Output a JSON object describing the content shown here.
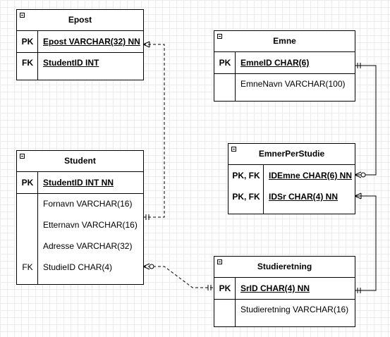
{
  "diagram": {
    "entities": [
      {
        "id": "epost",
        "title": "Epost",
        "pk_rows": [
          {
            "key": "PK",
            "attr": "Epost VARCHAR(32) NN"
          }
        ],
        "fk_rows": [
          {
            "key": "FK",
            "attr": "StudentID INT"
          }
        ],
        "rows": []
      },
      {
        "id": "emne",
        "title": "Emne",
        "pk_rows": [
          {
            "key": "PK",
            "attr": "EmneID CHAR(6)"
          }
        ],
        "fk_rows": [],
        "rows": [
          {
            "key": "",
            "attr": "EmneNavn VARCHAR(100)"
          }
        ]
      },
      {
        "id": "ems",
        "title": "EmnerPerStudie",
        "pk_rows": [
          {
            "key": "PK, FK",
            "attr": "IDEmne CHAR(6) NN"
          },
          {
            "key": "PK, FK",
            "attr": "IDSr CHAR(4) NN"
          }
        ],
        "fk_rows": [],
        "rows": []
      },
      {
        "id": "student",
        "title": "Student",
        "pk_rows": [
          {
            "key": "PK",
            "attr": "StudentID INT NN"
          }
        ],
        "fk_rows": [],
        "rows": [
          {
            "key": "",
            "attr": "Fornavn VARCHAR(16)"
          },
          {
            "key": "",
            "attr": "Etternavn VARCHAR(16)"
          },
          {
            "key": "",
            "attr": "Adresse VARCHAR(32)"
          },
          {
            "key": "FK",
            "attr": "StudieID CHAR(4)"
          }
        ]
      },
      {
        "id": "studieretning",
        "title": "Studieretning",
        "pk_rows": [
          {
            "key": "PK",
            "attr": "SrID CHAR(4) NN"
          }
        ],
        "fk_rows": [],
        "rows": [
          {
            "key": "",
            "attr": "Studieretning VARCHAR(16)"
          }
        ]
      }
    ],
    "relationships": [
      {
        "id": "epost-student",
        "from": "Epost",
        "to": "Student",
        "from_end": "one-or-many",
        "to_end": "exactly-one",
        "style": "dashed"
      },
      {
        "id": "student-studieretning",
        "from": "Student",
        "to": "Studieretning",
        "from_end": "zero-or-many",
        "to_end": "exactly-one",
        "style": "dashed"
      },
      {
        "id": "emne-ems",
        "from": "Emne",
        "to": "EmnerPerStudie",
        "from_end": "exactly-one",
        "to_end": "zero-or-many",
        "style": "solid"
      },
      {
        "id": "ems-studieretning",
        "from": "EmnerPerStudie",
        "to": "Studieretning",
        "from_end": "one-or-many",
        "to_end": "exactly-one",
        "style": "solid"
      }
    ],
    "colors": {
      "line": "#000000",
      "grid": "#ececec",
      "background": "#ffffff"
    }
  }
}
